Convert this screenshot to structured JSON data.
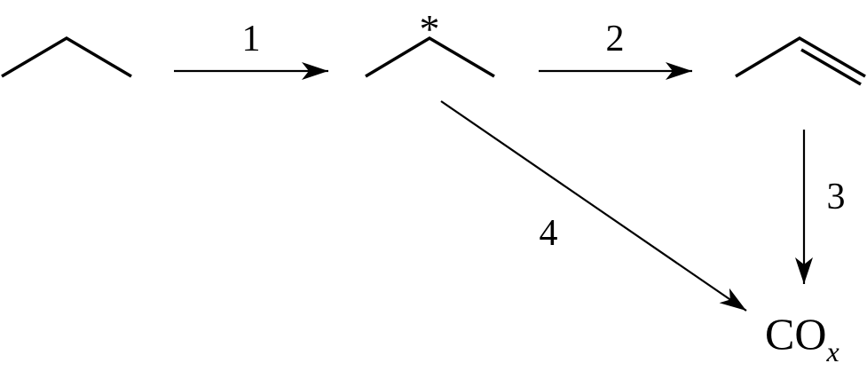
{
  "steps": {
    "step1": "1",
    "step2": "2",
    "step3": "3",
    "step4": "4"
  },
  "intermediate_mark": "*",
  "product": {
    "main": "CO",
    "subscript": "x"
  },
  "colors": {
    "ink": "#000000",
    "background": "#ffffff"
  }
}
